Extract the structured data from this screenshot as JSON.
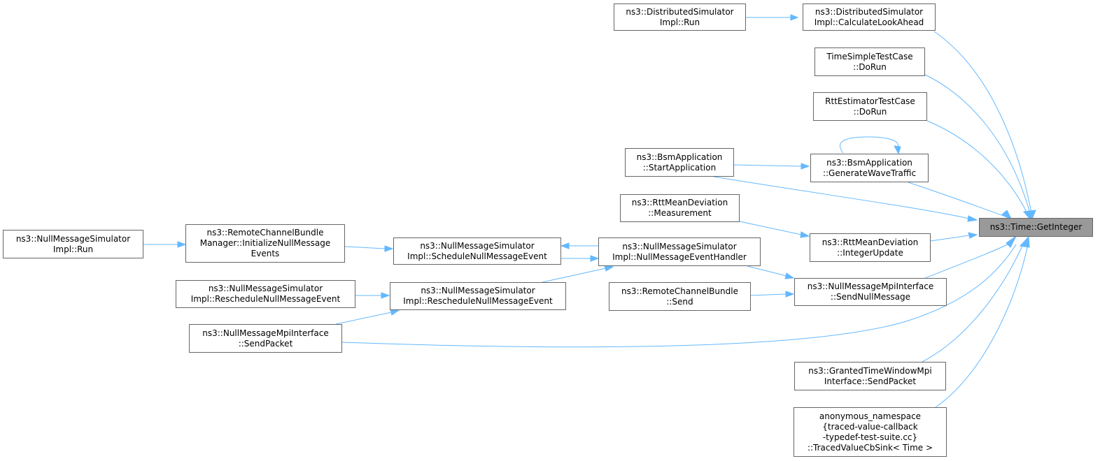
{
  "diagram": {
    "type": "call-graph",
    "target": {
      "label": "ns3::Time::GetInteger"
    },
    "callers": [
      {
        "id": "dsi_lookahead",
        "label": "ns3::DistributedSimulator\nImpl::CalculateLookAhead"
      },
      {
        "id": "dsi_run",
        "label": "ns3::DistributedSimulator\nImpl::Run"
      },
      {
        "id": "tst_dorun",
        "label": "TimeSimpleTestCase\n::DoRun"
      },
      {
        "id": "rtt_dorun",
        "label": "RttEstimatorTestCase\n::DoRun"
      },
      {
        "id": "bsm_gen",
        "label": "ns3::BsmApplication\n::GenerateWaveTraffic"
      },
      {
        "id": "bsm_start",
        "label": "ns3::BsmApplication\n::StartApplication"
      },
      {
        "id": "rtt_meas",
        "label": "ns3::RttMeanDeviation\n::Measurement"
      },
      {
        "id": "rtt_int",
        "label": "ns3::RttMeanDeviation\n::IntegerUpdate"
      },
      {
        "id": "nmsi_handler",
        "label": "ns3::NullMessageSimulator\nImpl::NullMessageEventHandler"
      },
      {
        "id": "nmsi_sched",
        "label": "ns3::NullMessageSimulator\nImpl::ScheduleNullMessageEvent"
      },
      {
        "id": "rcb_init",
        "label": "ns3::RemoteChannelBundle\nManager::InitializeNullMessage\nEvents"
      },
      {
        "id": "nmsi_run",
        "label": "ns3::NullMessageSimulator\nImpl::Run"
      },
      {
        "id": "nmsi_resched_b",
        "label": "ns3::NullMessageSimulator\nImpl::RescheduleNullMessageEvent"
      },
      {
        "id": "nmsi_resched_a",
        "label": "ns3::NullMessageSimulator\nImpl::RescheduleNullMessageEvent"
      },
      {
        "id": "nmpi_sendpkt",
        "label": "ns3::NullMessageMpiInterface\n::SendPacket"
      },
      {
        "id": "nmpi_sendnull",
        "label": "ns3::NullMessageMpiInterface\n::SendNullMessage"
      },
      {
        "id": "rcb_send",
        "label": "ns3::RemoteChannelBundle\n::Send"
      },
      {
        "id": "gtw_sendpkt",
        "label": "ns3::GrantedTimeWindowMpi\nInterface::SendPacket"
      },
      {
        "id": "anon_sink",
        "label": "anonymous_namespace\n{traced-value-callback\n-typedef-test-suite.cc}\n::TracedValueCbSink< Time >"
      }
    ],
    "edges": [
      [
        "dsi_run",
        "dsi_lookahead"
      ],
      [
        "dsi_lookahead",
        "target"
      ],
      [
        "tst_dorun",
        "target"
      ],
      [
        "rtt_dorun",
        "target"
      ],
      [
        "bsm_gen",
        "bsm_gen"
      ],
      [
        "bsm_start",
        "bsm_gen"
      ],
      [
        "bsm_gen",
        "target"
      ],
      [
        "bsm_start",
        "target"
      ],
      [
        "rtt_meas",
        "rtt_int"
      ],
      [
        "rtt_int",
        "target"
      ],
      [
        "nmsi_run",
        "rcb_init"
      ],
      [
        "rcb_init",
        "nmsi_sched"
      ],
      [
        "nmsi_handler",
        "nmsi_sched"
      ],
      [
        "nmsi_sched",
        "nmsi_handler"
      ],
      [
        "nmsi_resched_a",
        "nmsi_handler"
      ],
      [
        "nmsi_handler",
        "nmpi_sendnull"
      ],
      [
        "nmsi_resched_b",
        "nmsi_resched_a"
      ],
      [
        "nmpi_sendpkt",
        "nmsi_resched_a"
      ],
      [
        "rcb_send",
        "nmpi_sendnull"
      ],
      [
        "nmpi_sendnull",
        "target"
      ],
      [
        "nmpi_sendpkt",
        "target"
      ],
      [
        "gtw_sendpkt",
        "target"
      ],
      [
        "anon_sink",
        "target"
      ]
    ]
  }
}
